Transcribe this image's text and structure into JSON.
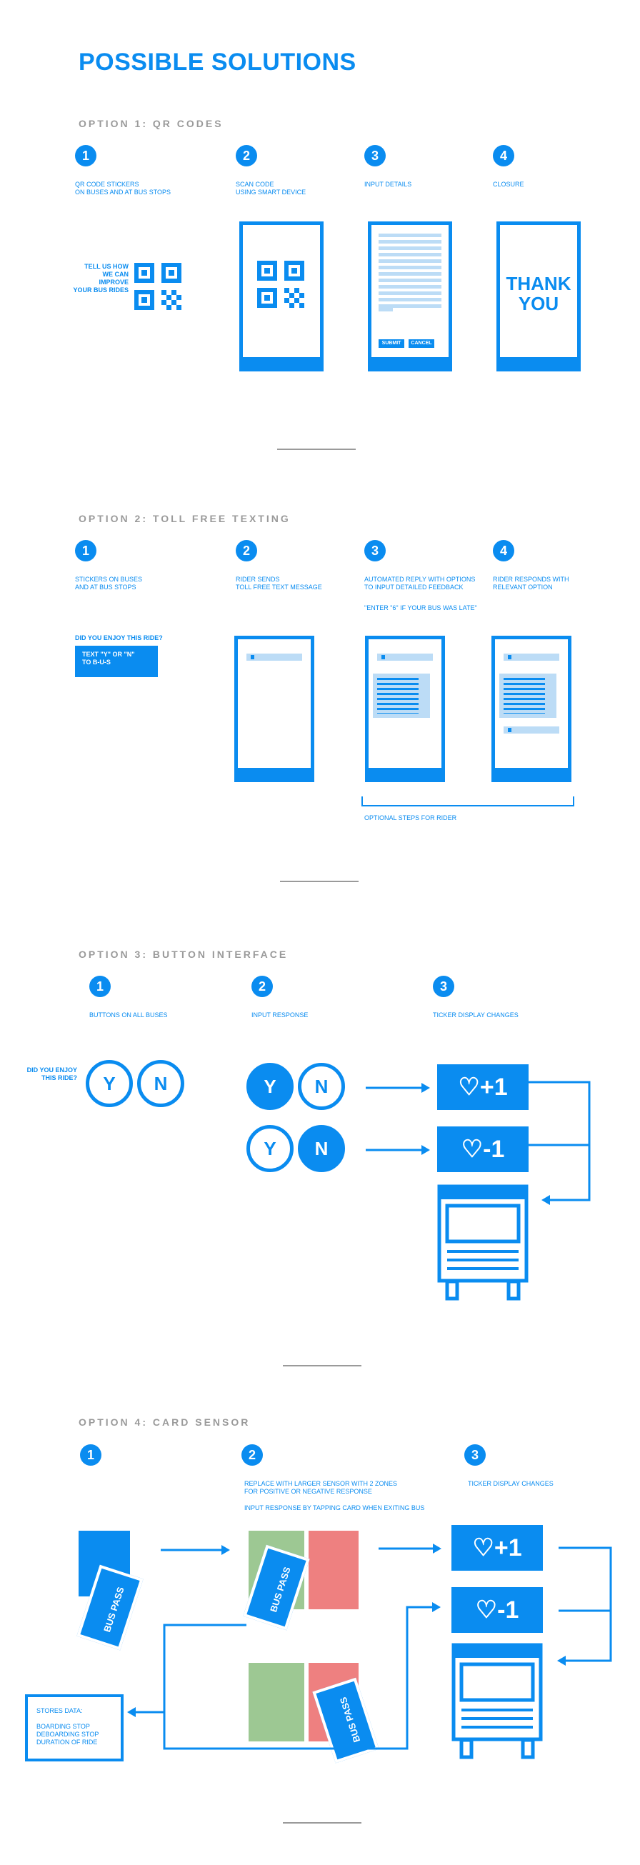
{
  "title": "POSSIBLE SOLUTIONS",
  "option1": {
    "heading": "OPTION 1: QR CODES",
    "steps": [
      {
        "num": "1",
        "caption": "QR CODE STICKERS\nON BUSES AND  AT BUS STOPS"
      },
      {
        "num": "2",
        "caption": "SCAN CODE\nUSING SMART DEVICE"
      },
      {
        "num": "3",
        "caption": "INPUT DETAILS"
      },
      {
        "num": "4",
        "caption": "CLOSURE"
      }
    ],
    "sticker_text": "TELL US HOW\nWE CAN IMPROVE\nYOUR BUS RIDES",
    "submit_label": "SUBMIT",
    "cancel_label": "CANCEL",
    "thank_you": "THANK\nYOU"
  },
  "option2": {
    "heading": "OPTION 2: TOLL FREE TEXTING",
    "steps": [
      {
        "num": "1",
        "caption": "STICKERS ON BUSES\nAND  AT BUS STOPS"
      },
      {
        "num": "2",
        "caption": "RIDER SENDS\nTOLL FREE TEXT MESSAGE"
      },
      {
        "num": "3",
        "caption": "AUTOMATED REPLY WITH OPTIONS\nTO INPUT DETAILED FEEDBACK"
      },
      {
        "num": "4",
        "caption": "RIDER RESPONDS WITH\nRELEVANT OPTION"
      }
    ],
    "example_note": "\"ENTER \"6\" IF YOUR BUS WAS LATE\"",
    "question": "DID YOU ENJOY THIS RIDE?",
    "text_box": "TEXT \"Y\" OR \"N\"\nTO B-U-S",
    "optional_label": "OPTIONAL STEPS FOR RIDER"
  },
  "option3": {
    "heading": "OPTION 3: BUTTON INTERFACE",
    "steps": [
      {
        "num": "1",
        "caption": "BUTTONS ON ALL BUSES"
      },
      {
        "num": "2",
        "caption": "INPUT RESPONSE"
      },
      {
        "num": "3",
        "caption": "TICKER DISPLAY CHANGES"
      }
    ],
    "question": "DID YOU ENJOY\nTHIS RIDE?",
    "yes": "Y",
    "no": "N",
    "ticker_plus": "♡+1",
    "ticker_minus": "♡-1"
  },
  "option4": {
    "heading": "OPTION 4: CARD SENSOR",
    "steps": [
      {
        "num": "1",
        "caption": ""
      },
      {
        "num": "2",
        "caption": "REPLACE WITH LARGER SENSOR WITH 2 ZONES\nFOR POSITIVE OR NEGATIVE RESPONSE"
      },
      {
        "num": "3",
        "caption": "TICKER DISPLAY CHANGES"
      }
    ],
    "step2_sub": "INPUT RESPONSE BY TAPPING CARD WHEN EXITING BUS",
    "card_label": "BUS PASS",
    "stores_title": "STORES DATA:",
    "stores_items": "BOARDING STOP\nDEBOARDING STOP\nDURATION OF RIDE",
    "ticker_plus": "♡+1",
    "ticker_minus": "♡-1"
  },
  "colors": {
    "accent": "#0a8cf0",
    "heading_gray": "#9a9a9a",
    "zone_positive": "#9dc893",
    "zone_negative": "#ee8080"
  }
}
